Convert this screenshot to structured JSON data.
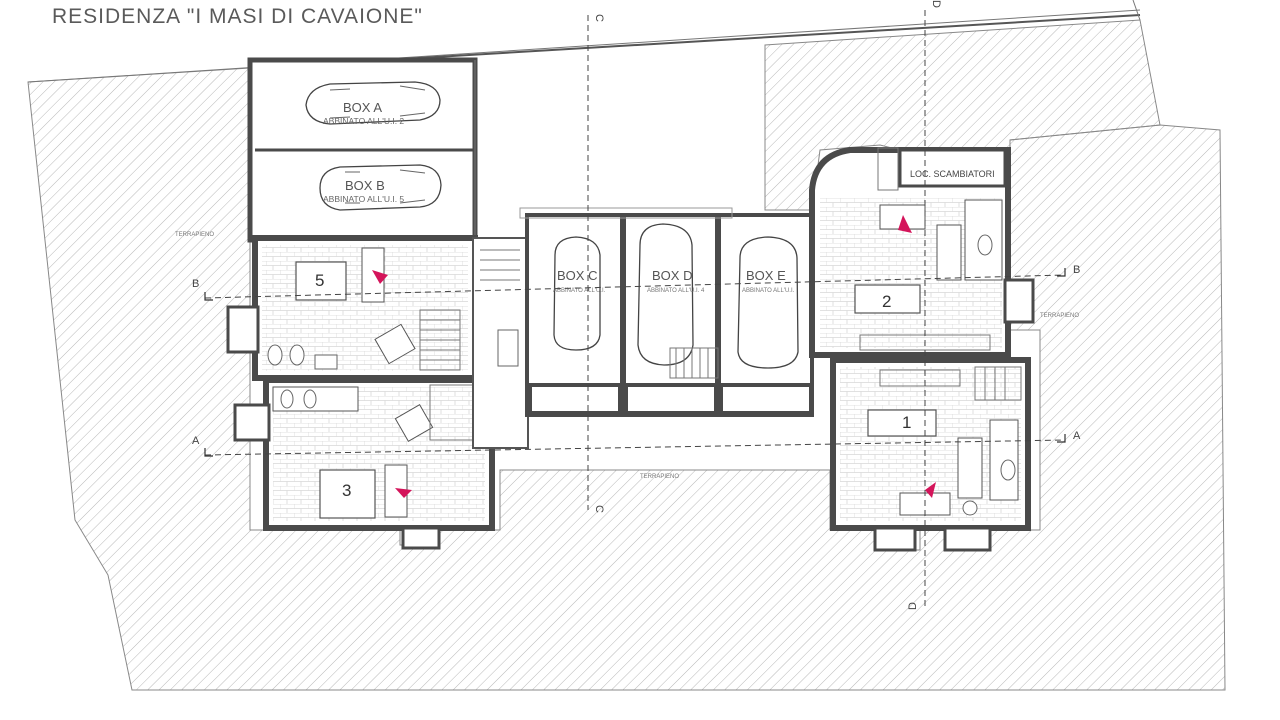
{
  "title": "RESIDENZA \"I MASI DI CAVAIONE\"",
  "units": {
    "u1": "1",
    "u2": "2",
    "u3": "3",
    "u5": "5"
  },
  "boxes": [
    {
      "name": "BOX A",
      "sub": "ABBINATO ALL'U.I. 2"
    },
    {
      "name": "BOX B",
      "sub": "ABBINATO ALL'U.I. 5"
    },
    {
      "name": "BOX C",
      "sub": "ABBINATO ALL'U.I."
    },
    {
      "name": "BOX D",
      "sub": "ABBINATO ALL'U.I. 4"
    },
    {
      "name": "BOX E",
      "sub": "ABBINATO ALL'U.I."
    }
  ],
  "loc_scambiatori": "LOC. SCAMBIATORI",
  "terrain_label": "TERRAPIENO",
  "sections": {
    "a": "A",
    "b": "B",
    "c": "C",
    "d": "D"
  },
  "colors": {
    "wall": "#4a4a4a",
    "hatch": "#b8b8b8",
    "accent_figure": "#d4145a"
  }
}
